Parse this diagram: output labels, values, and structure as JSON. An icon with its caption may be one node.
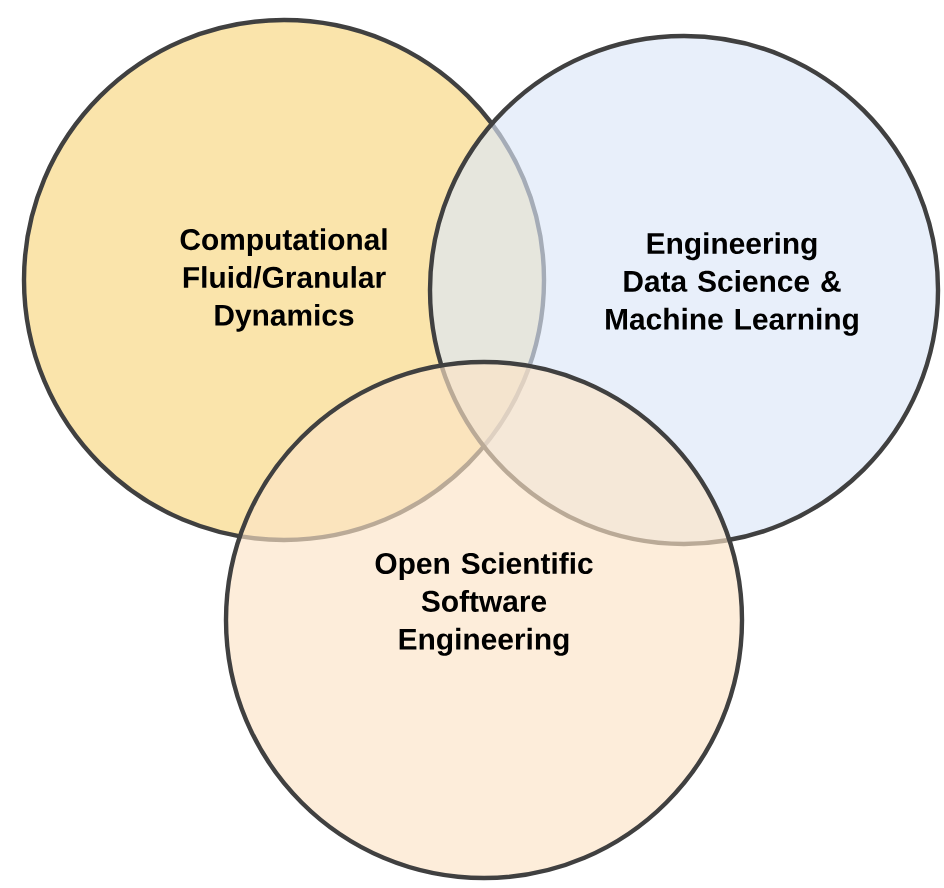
{
  "diagram": {
    "nodes": [
      {
        "text": [
          "Computational Fluid/Granular Dynamics"
        ]
      },
      {
        "text": [
          "Engineering Data Science & Machine Learning"
        ]
      },
      {
        "text": [
          "Open Scientific Software Engineering"
        ]
      }
    ]
  }
}
